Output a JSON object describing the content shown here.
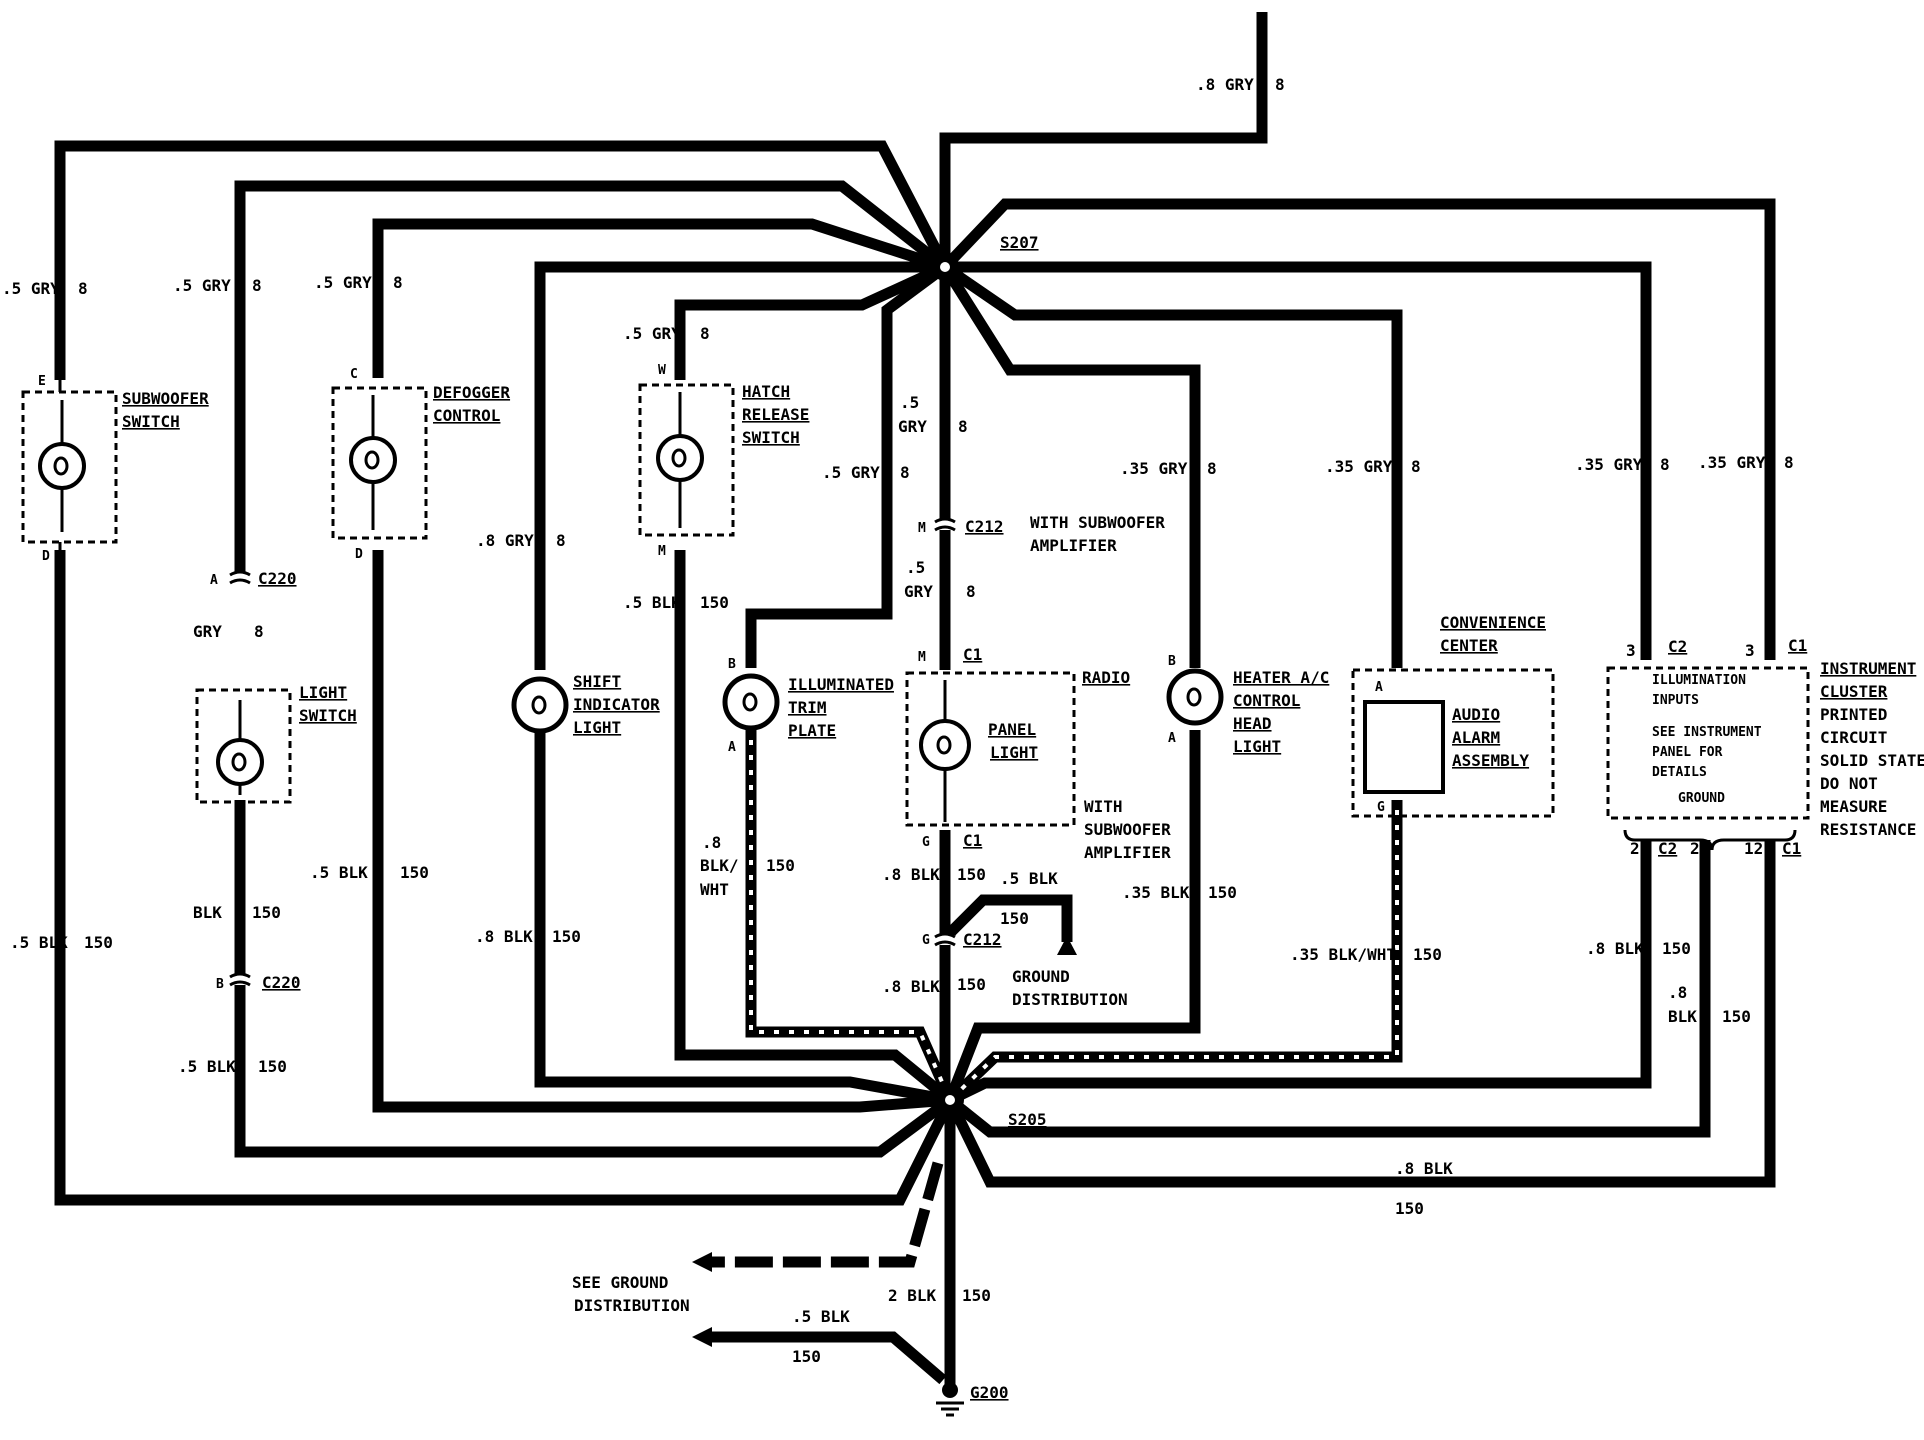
{
  "splices": {
    "s207": "S207",
    "s205": "S205",
    "g200": "G200"
  },
  "top_feed": {
    "size": ".8 GRY",
    "circuit": "8"
  },
  "components": {
    "subwoofer_switch": {
      "name_1": "SUBWOOFER",
      "name_2": "SWITCH",
      "pin_top": "E",
      "pin_bottom": "D"
    },
    "light_switch": {
      "name_1": "LIGHT",
      "name_2": "SWITCH"
    },
    "defogger_control": {
      "name_1": "DEFOGGER",
      "name_2": "CONTROL",
      "pin_top": "C",
      "pin_bottom": "D"
    },
    "shift_indicator": {
      "name_1": "SHIFT",
      "name_2": "INDICATOR",
      "name_3": "LIGHT"
    },
    "hatch_release": {
      "name_1": "HATCH",
      "name_2": "RELEASE",
      "name_3": "SWITCH",
      "pin_top": "W",
      "pin_bottom": "M"
    },
    "illuminated_trim": {
      "name_1": "ILLUMINATED",
      "name_2": "TRIM",
      "name_3": "PLATE",
      "pin_top": "B",
      "pin_bottom": "A"
    },
    "radio": {
      "name": "RADIO",
      "lamp_1": "PANEL",
      "lamp_2": "LIGHT",
      "pin_top": "M",
      "conn_top": "C1",
      "pin_bottom": "G",
      "conn_bottom": "C1"
    },
    "heater_ac": {
      "name_1": "HEATER A/C",
      "name_2": "CONTROL",
      "name_3": "HEAD",
      "name_4": "LIGHT",
      "pin_top": "B",
      "pin_bottom": "A"
    },
    "convenience_center": {
      "name_1": "CONVENIENCE",
      "name_2": "CENTER",
      "sub_1": "AUDIO",
      "sub_2": "ALARM",
      "sub_3": "ASSEMBLY",
      "pin_top": "A",
      "pin_bottom": "G"
    },
    "instrument_cluster": {
      "name_1": "INSTRUMENT",
      "name_2": "CLUSTER",
      "note": [
        "PRINTED",
        "CIRCUIT",
        "SOLID STATE",
        "DO NOT",
        "MEASURE",
        "RESISTANCE"
      ],
      "illum_1": "ILLUMINATION",
      "illum_2": "INPUTS",
      "see_1": "SEE INSTRUMENT",
      "see_2": "PANEL FOR",
      "see_3": "DETAILS",
      "ground": "GROUND",
      "pin3": "3",
      "c2": "C2",
      "c1": "C1",
      "pin2": "2",
      "pin12": "12"
    }
  },
  "connectors": {
    "c220": "C220",
    "c220_a": "A",
    "c220_b": "B",
    "c212": "C212",
    "c212_m": "M",
    "c212_g": "G",
    "c212_note_1": "WITH SUBWOOFER",
    "c212_note_2": "AMPLIFIER",
    "radio_note_1": "WITH",
    "radio_note_2": "SUBWOOFER",
    "radio_note_3": "AMPLIFIER"
  },
  "ground_distribution": {
    "line_1": "GROUND",
    "line_2": "DISTRIBUTION"
  },
  "see_ground": {
    "line_1": "SEE GROUND",
    "line_2": "DISTRIBUTION"
  },
  "wires": {
    "gry5": ".5 GRY",
    "gry8": ".8 GRY",
    "gry35": ".35 GRY",
    "gry": "GRY",
    "gry_5a": ".5",
    "c8": "8",
    "c150": "150",
    "blk5": ".5 BLK",
    "blk8": ".8 BLK",
    "blk35": ".35 BLK",
    "blk": "BLK",
    "blk2": "2 BLK",
    "blkwht35": ".35 BLK/WHT",
    "bw_1": ".8",
    "bw_2": "BLK/",
    "bw_3": "WHT",
    "b8_1": ".8",
    "b8_2": "BLK"
  }
}
